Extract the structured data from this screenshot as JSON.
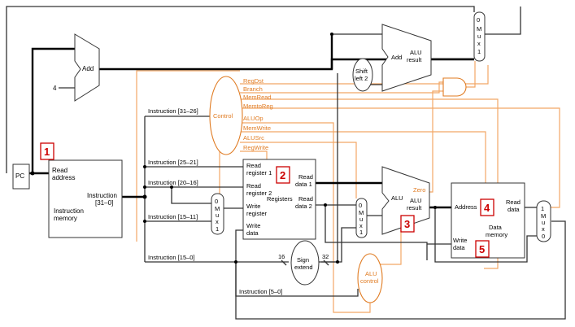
{
  "pc": {
    "label": "PC"
  },
  "adder": {
    "label": "Add",
    "const": "4"
  },
  "instr_memory": {
    "read_address": [
      "Read",
      "address"
    ],
    "instruction_out": [
      "Instruction",
      "[31–0]"
    ],
    "name": [
      "Instruction",
      "memory"
    ]
  },
  "control": {
    "label": "Control"
  },
  "control_signals": [
    "RegDst",
    "Branch",
    "MemRead",
    "MemtoReg",
    "ALUOp",
    "MemWrite",
    "ALUSrc",
    "RegWrite"
  ],
  "instruction_fields": [
    "Instruction [31–26]",
    "Instruction [25–21]",
    "Instruction [20–16]",
    "Instruction [15–11]",
    "Instruction [15–0]",
    "Instruction [5–0]"
  ],
  "registers": {
    "read_reg1": [
      "Read",
      "register 1"
    ],
    "read_reg2": [
      "Read",
      "register 2"
    ],
    "write_reg": [
      "Write",
      "register"
    ],
    "write_data": [
      "Write",
      "data"
    ],
    "read_data1": [
      "Read",
      "data 1"
    ],
    "read_data2": [
      "Read",
      "data 2"
    ],
    "name": "Registers"
  },
  "mux_regdst": [
    "0",
    "M",
    "u",
    "x",
    "1"
  ],
  "mux_alusrc": [
    "0",
    "M",
    "u",
    "x",
    "1"
  ],
  "mux_memtoreg": [
    "1",
    "M",
    "u",
    "x",
    "0"
  ],
  "mux_pc": [
    "0",
    "M",
    "u",
    "x",
    "1"
  ],
  "sign_extend": {
    "label": [
      "Sign",
      "extend"
    ],
    "in_bits": "16",
    "out_bits": "32"
  },
  "shift_left": {
    "label": [
      "Shift",
      "left 2"
    ]
  },
  "alu": {
    "label": "ALU",
    "zero": "Zero",
    "result": [
      "ALU",
      "result"
    ]
  },
  "branch_adder": {
    "add": "Add",
    "result": [
      "ALU",
      "result"
    ]
  },
  "alu_control": {
    "label": [
      "ALU",
      "control"
    ]
  },
  "data_memory": {
    "address": "Address",
    "write_data": [
      "Write",
      "data"
    ],
    "read_data": [
      "Read",
      "data"
    ],
    "name": [
      "Data",
      "memory"
    ]
  },
  "markers": [
    "1",
    "2",
    "3",
    "4",
    "5"
  ]
}
